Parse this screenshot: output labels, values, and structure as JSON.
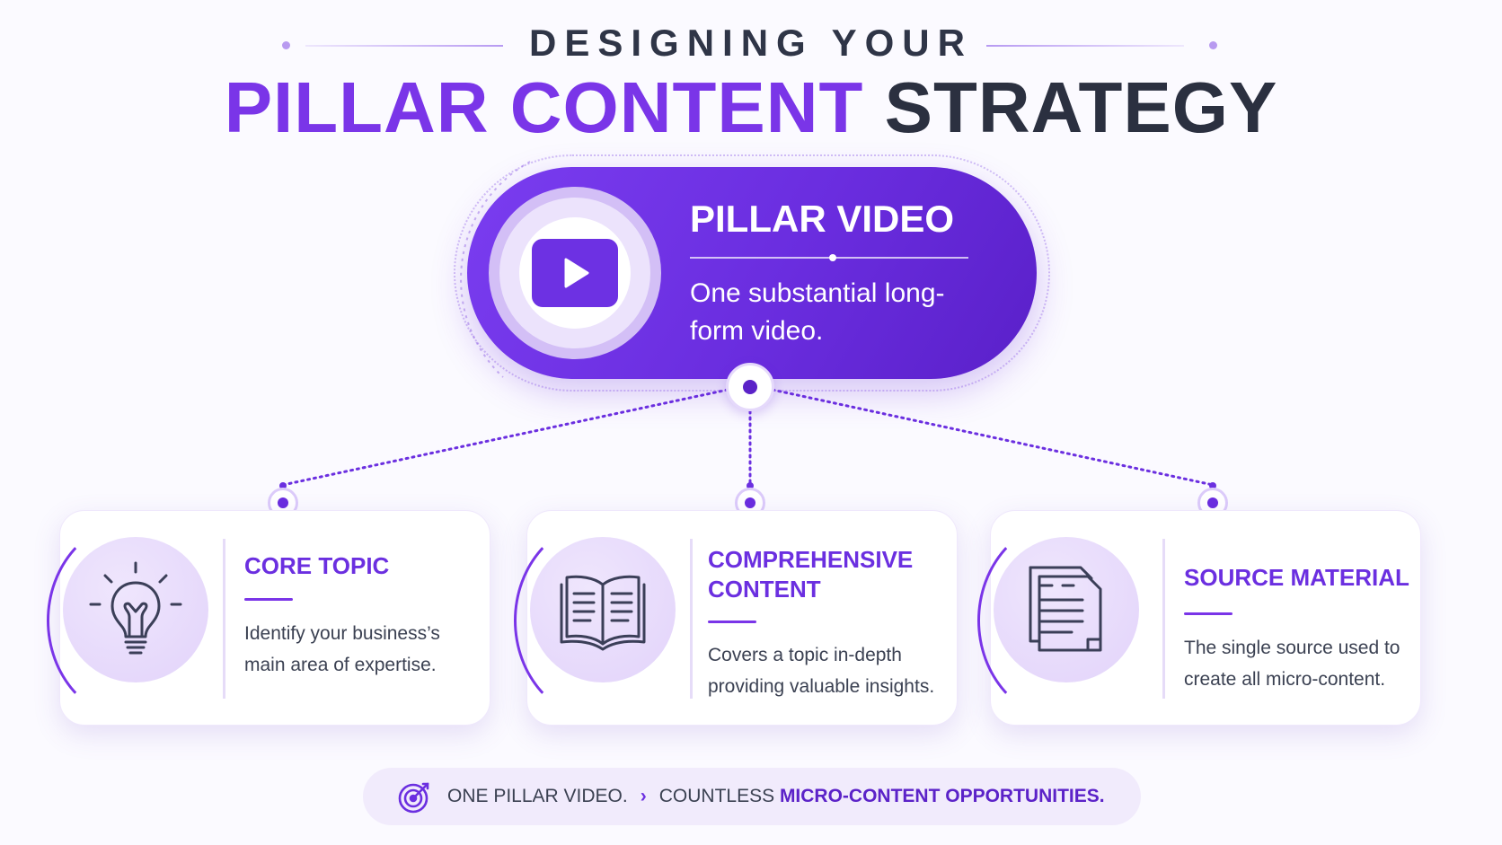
{
  "header": {
    "subtitle": "DESIGNING YOUR",
    "title_accent": "PILLAR CONTENT",
    "title_dark": "STRATEGY"
  },
  "pillar": {
    "title": "PILLAR VIDEO",
    "description": "One substantial long-form video.",
    "icon": "play-icon"
  },
  "cards": [
    {
      "title": "CORE TOPIC",
      "description": "Identify your business’s main area of expertise.",
      "icon": "lightbulb-icon"
    },
    {
      "title": "COMPREHENSIVE CONTENT",
      "description": "Covers a topic in-depth providing valuable insights.",
      "icon": "open-book-icon"
    },
    {
      "title": "SOURCE MATERIAL",
      "description": "The single source used to create all micro-content.",
      "icon": "documents-icon"
    }
  ],
  "footer": {
    "part1": "ONE PILLAR VIDEO.",
    "separator": "›",
    "part2": "COUNTLESS",
    "part3": "MICRO-CONTENT OPPORTUNITIES.",
    "icon": "target-icon"
  },
  "colors": {
    "accent": "#7a35e8",
    "dark": "#2b3040",
    "pill": "#6a2ddf",
    "card_title": "#6b2fe0"
  }
}
